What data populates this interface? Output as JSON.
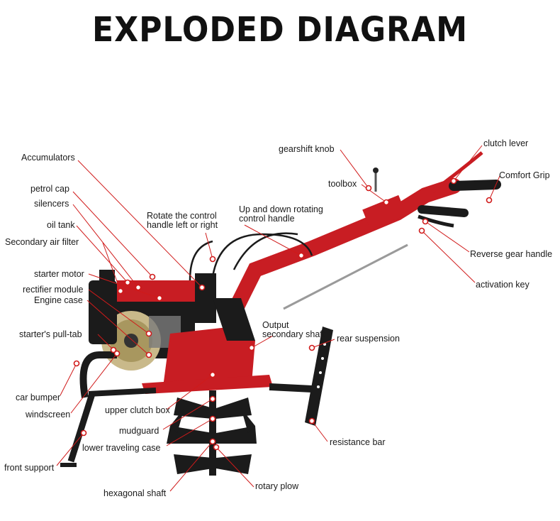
{
  "title": "EXPLODED DIAGRAM",
  "colors": {
    "body_red": "#c81d23",
    "frame_black": "#1b1b1b",
    "leader_red": "#d01a1a",
    "metal": "#9a9a9a"
  },
  "labels": {
    "accumulators": "Accumulators",
    "petrol_cap": "petrol cap",
    "silencers": "silencers",
    "oil_tank": "oil tank",
    "secondary_air_filter": "Secondary air filter",
    "starter_motor": "starter motor",
    "rectifier_module": "rectifier module",
    "engine_case": "Engine case",
    "starters_pull_tab": "starter's pull-tab",
    "car_bumper": "car bumper",
    "windscreen": "windscreen",
    "front_support": "front support",
    "upper_clutch_box": "upper clutch box",
    "mudguard": "mudguard",
    "lower_traveling_case": "lower traveling case",
    "hexagonal_shaft": "hexagonal shaft",
    "rotary_plow": "rotary plow",
    "resistance_bar": "resistance bar",
    "rear_suspension": "rear suspension",
    "output_secondary_shaft": "Output\nsecondary shaft",
    "rotate_control_handle": "Rotate the control\nhandle left or right",
    "up_down_rotating_handle": "Up and down rotating\ncontrol handle",
    "gearshift_knob": "gearshift knob",
    "toolbox": "toolbox",
    "clutch_lever": "clutch lever",
    "comfort_grip": "Comfort Grip",
    "reverse_gear_handle": "Reverse gear handle",
    "activation_key": "activation key"
  }
}
